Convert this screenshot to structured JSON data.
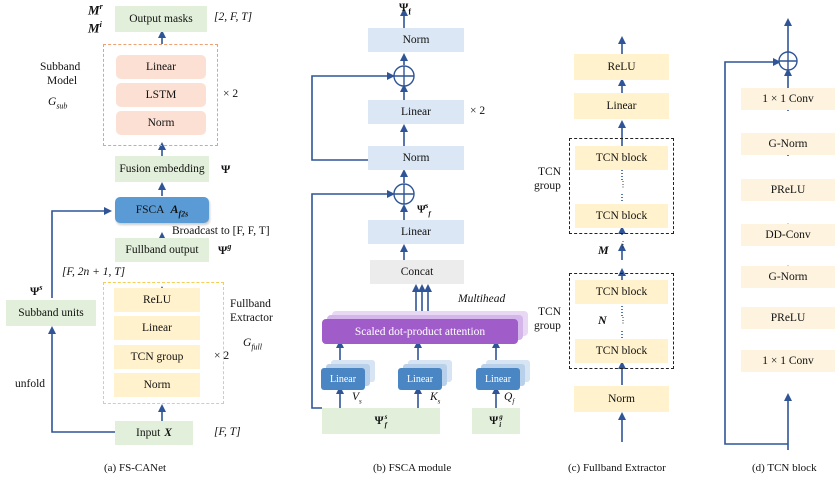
{
  "panel_a": {
    "output_masks": "Output masks",
    "output_masks_sym1": "M",
    "output_masks_sup1": "r",
    "output_masks_sym2": "M",
    "output_masks_sup2": "i",
    "output_dim": "[2, F, T]",
    "subband_model_line1": "Subband",
    "subband_model_line2": "Model",
    "g_sub": "G",
    "g_sub_sub": "sub",
    "sub_linear": "Linear",
    "sub_lstm": "LSTM",
    "sub_norm": "Norm",
    "sub_repeat": "× 2",
    "fusion_embedding": "Fusion embedding",
    "fusion_sym": "Ψ",
    "fsca": "FSCA",
    "fsca_sym": "A",
    "fsca_sym_sub": "f2s",
    "broadcast": "Broadcast to  [F, F, T]",
    "fullband_output": "Fullband output",
    "fullband_sym": "Ψ",
    "fullband_sym_sup": "g",
    "dim_2n": "[F, 2n + 1, T]",
    "psi_s": "Ψ",
    "psi_s_sup": "s",
    "subband_units": "Subband units",
    "fb_relu": "ReLU",
    "fb_linear": "Linear",
    "fb_tcn": "TCN group",
    "fb_norm": "Norm",
    "fb_repeat": "× 2",
    "fullband_extractor_line1": "Fullband",
    "fullband_extractor_line2": "Extractor",
    "g_full": "G",
    "g_full_sub": "full",
    "unfold": "unfold",
    "input": "Input",
    "input_sym": "X",
    "input_dim": "[F, T]",
    "caption": "(a) FS-CANet"
  },
  "panel_b": {
    "psi_f": "Ψ",
    "psi_f_sub": "f",
    "norm_top": "Norm",
    "linear_mid": "Linear",
    "repeat": "× 2",
    "norm_mid": "Norm",
    "psi_hat": "Ψ̂",
    "psi_hat_sup": "s",
    "psi_hat_sub": "f",
    "linear_low": "Linear",
    "concat": "Concat",
    "multihead": "Multihead",
    "attention": "Scaled dot-product attention",
    "linear_v": "Linear",
    "linear_k": "Linear",
    "linear_q": "Linear",
    "v_s": "V",
    "v_s_sub": "s",
    "k_s": "K",
    "k_s_sub": "s",
    "q_f": "Q",
    "q_f_sub": "f",
    "in_left": "Ψ",
    "in_left_sup": "s",
    "in_left_sub": "f",
    "in_right": "Ψ",
    "in_right_sup": "g",
    "in_right_sub": "i",
    "caption": "(b) FSCA module"
  },
  "panel_c": {
    "relu": "ReLU",
    "linear": "Linear",
    "tcn_block_1": "TCN block",
    "tcn_block_2": "TCN block",
    "tcn_block_3": "TCN block",
    "tcn_block_4": "TCN block",
    "tcn_group_1_line1": "TCN",
    "tcn_group_1_line2": "group",
    "tcn_group_2_line1": "TCN",
    "tcn_group_2_line2": "group",
    "m_sym": "M",
    "n_sym": "N",
    "norm": "Norm",
    "caption": "(c) Fullband Extractor"
  },
  "panel_d": {
    "conv_top": "1 × 1 Conv",
    "gnorm_top": "G-Norm",
    "prelu_top": "PReLU",
    "dd_conv": "DD-Conv",
    "gnorm_bot": "G-Norm",
    "prelu_bot": "PReLU",
    "conv_bot": "1 × 1 Conv",
    "caption": "(d) TCN block"
  },
  "colors": {
    "arrow": "#2f5597",
    "green_box": "#e2efda",
    "orange_box": "#fbe0d3",
    "yellow_box": "#fff2cc",
    "blue_box": "#dbe7f5",
    "fsca_box": "#5b9bd5",
    "attention_box": "#a05cc8"
  }
}
